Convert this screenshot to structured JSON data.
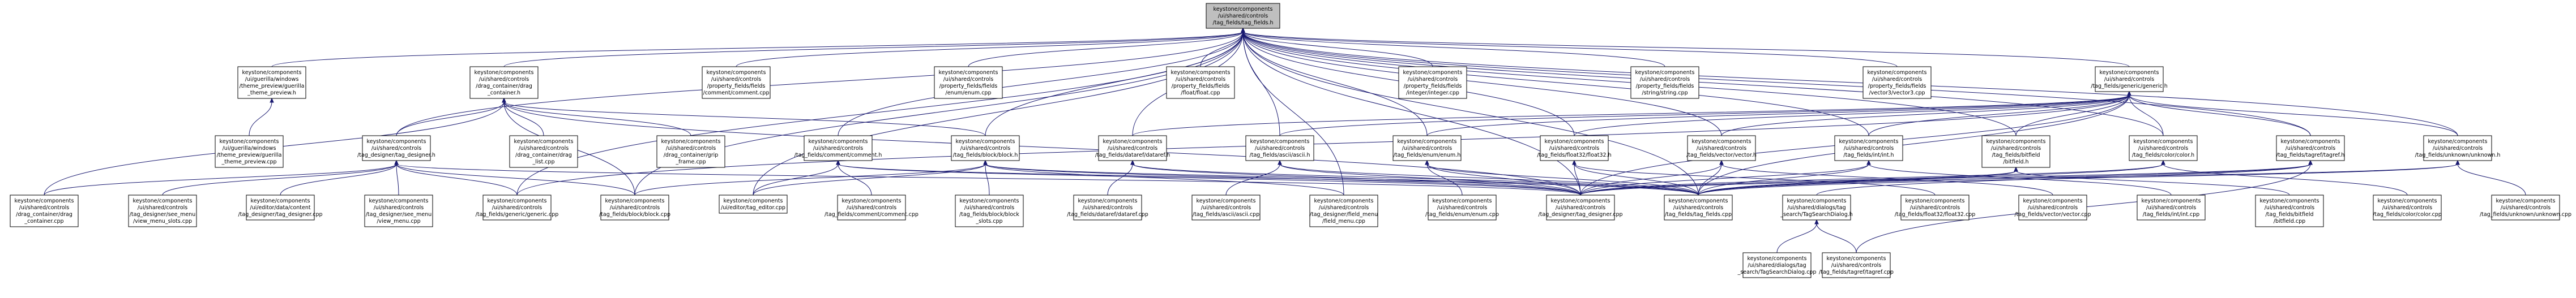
{
  "title": "keystone/components/ui/shared/controls/tag_fields/tag_fields.h",
  "colors": {
    "edge": "#191970",
    "root_fill": "#bfbfbf",
    "node_fill": "#ffffff",
    "node_border": "#000000"
  },
  "nodes": [
    {
      "id": "root",
      "root": true,
      "lines": [
        "keystone/components",
        "/ui/shared/controls",
        "/tag_fields/tag_fields.h"
      ]
    },
    {
      "id": "theme_preview_h",
      "lines": [
        "keystone/components",
        "/ui/guerilla/windows",
        "/theme_preview/guerilla",
        "_theme_preview.h"
      ]
    },
    {
      "id": "drag_container_h",
      "lines": [
        "keystone/components",
        "/ui/shared/controls",
        "/drag_container/drag",
        "_container.h"
      ]
    },
    {
      "id": "comment_cpp_direct",
      "lines": [
        "keystone/components",
        "/ui/shared/controls",
        "/property_fields/fields",
        "/comment/comment.cpp"
      ]
    },
    {
      "id": "enum_cpp_direct",
      "lines": [
        "keystone/components",
        "/ui/shared/controls",
        "/property_fields/fields",
        "/enum/enum.cpp"
      ]
    },
    {
      "id": "float_cpp_direct",
      "lines": [
        "keystone/components",
        "/ui/shared/controls",
        "/property_fields/fields",
        "/float/float.cpp"
      ]
    },
    {
      "id": "integer_cpp_direct",
      "lines": [
        "keystone/components",
        "/ui/shared/controls",
        "/property_fields/fields",
        "/integer/integer.cpp"
      ]
    },
    {
      "id": "string_cpp_direct",
      "lines": [
        "keystone/components",
        "/ui/shared/controls",
        "/property_fields/fields",
        "/string/string.cpp"
      ]
    },
    {
      "id": "vector3_cpp_direct",
      "lines": [
        "keystone/components",
        "/ui/shared/controls",
        "/property_fields/fields",
        "/vector3/vector3.cpp"
      ]
    },
    {
      "id": "generic_h",
      "lines": [
        "keystone/components",
        "/ui/shared/controls",
        "/tag_fields/generic/generic.h"
      ]
    },
    {
      "id": "theme_preview_cpp",
      "lines": [
        "keystone/components",
        "/ui/guerilla/windows",
        "/theme_preview/guerilla",
        "_theme_preview.cpp"
      ]
    },
    {
      "id": "tag_designer_h",
      "lines": [
        "keystone/components",
        "/ui/shared/controls",
        "/tag_designer/tag_designer.h"
      ]
    },
    {
      "id": "drag_list_cpp",
      "lines": [
        "keystone/components",
        "/ui/shared/controls",
        "/drag_container/drag",
        "_list.cpp"
      ]
    },
    {
      "id": "grip_frame_cpp",
      "lines": [
        "keystone/components",
        "/ui/shared/controls",
        "/drag_container/grip",
        "_frame.cpp"
      ]
    },
    {
      "id": "comment_h",
      "lines": [
        "keystone/components",
        "/ui/shared/controls",
        "/tag_fields/comment/comment.h"
      ]
    },
    {
      "id": "block_h",
      "lines": [
        "keystone/components",
        "/ui/shared/controls",
        "/tag_fields/block/block.h"
      ]
    },
    {
      "id": "dataref_h",
      "lines": [
        "keystone/components",
        "/ui/shared/controls",
        "/tag_fields/dataref/dataref.h"
      ]
    },
    {
      "id": "ascii_h",
      "lines": [
        "keystone/components",
        "/ui/shared/controls",
        "/tag_fields/ascii/ascii.h"
      ]
    },
    {
      "id": "enum_h",
      "lines": [
        "keystone/components",
        "/ui/shared/controls",
        "/tag_fields/enum/enum.h"
      ]
    },
    {
      "id": "float32_h",
      "lines": [
        "keystone/components",
        "/ui/shared/controls",
        "/tag_fields/float32/float32.h"
      ]
    },
    {
      "id": "vector_h",
      "lines": [
        "keystone/components",
        "/ui/shared/controls",
        "/tag_fields/vector/vector.h"
      ]
    },
    {
      "id": "int_h",
      "lines": [
        "keystone/components",
        "/ui/shared/controls",
        "/tag_fields/int/int.h"
      ]
    },
    {
      "id": "bitfield_h",
      "lines": [
        "keystone/components",
        "/ui/shared/controls",
        "/tag_fields/bitfield",
        "/bitfield.h"
      ]
    },
    {
      "id": "color_h",
      "lines": [
        "keystone/components",
        "/ui/shared/controls",
        "/tag_fields/color/color.h"
      ]
    },
    {
      "id": "tagref_h",
      "lines": [
        "keystone/components",
        "/ui/shared/controls",
        "/tag_fields/tagref/tagref.h"
      ]
    },
    {
      "id": "unknown_h",
      "lines": [
        "keystone/components",
        "/ui/shared/controls",
        "/tag_fields/unknown/unknown.h"
      ]
    },
    {
      "id": "drag_container_cpp",
      "lines": [
        "keystone/components",
        "/ui/shared/controls",
        "/drag_container/drag",
        "_container.cpp"
      ]
    },
    {
      "id": "view_menu_slots_cpp",
      "lines": [
        "keystone/components",
        "/ui/shared/controls",
        "/tag_designer/see_menu",
        "/view_menu_slots.cpp"
      ]
    },
    {
      "id": "tag_designer_cpp_left",
      "lines": [
        "keystone/components",
        "/ui/editor/data/content",
        "/tag_designer/tag_designer.cpp"
      ]
    },
    {
      "id": "view_menu_cpp",
      "lines": [
        "keystone/components",
        "/ui/shared/controls",
        "/tag_designer/see_menu",
        "/view_menu.cpp"
      ]
    },
    {
      "id": "generic_cpp",
      "lines": [
        "keystone/components",
        "/ui/shared/controls",
        "/tag_fields/generic/generic.cpp"
      ]
    },
    {
      "id": "block_cpp",
      "lines": [
        "keystone/components",
        "/ui/shared/controls",
        "/tag_fields/block/block.cpp"
      ]
    },
    {
      "id": "tag_editor_cpp",
      "lines": [
        "keystone/components",
        "/ui/editor/tag_editor.cpp"
      ]
    },
    {
      "id": "comment_cpp",
      "lines": [
        "keystone/components",
        "/ui/shared/controls",
        "/tag_fields/comment/comment.cpp"
      ]
    },
    {
      "id": "block_slots_cpp",
      "lines": [
        "keystone/components",
        "/ui/shared/controls",
        "/tag_fields/block/block",
        "_slots.cpp"
      ]
    },
    {
      "id": "dataref_cpp",
      "lines": [
        "keystone/components",
        "/ui/shared/controls",
        "/tag_fields/dataref/dataref.cpp"
      ]
    },
    {
      "id": "ascii_cpp",
      "lines": [
        "keystone/components",
        "/ui/shared/controls",
        "/tag_fields/ascii/ascii.cpp"
      ]
    },
    {
      "id": "field_menu_cpp",
      "lines": [
        "keystone/components",
        "/ui/shared/controls",
        "/tag_designer/field_menu",
        "/field_menu.cpp"
      ]
    },
    {
      "id": "enum_cpp",
      "lines": [
        "keystone/components",
        "/ui/shared/controls",
        "/tag_fields/enum/enum.cpp"
      ]
    },
    {
      "id": "tag_designer_cpp",
      "lines": [
        "keystone/components",
        "/ui/shared/controls",
        "/tag_designer/tag_designer.cpp"
      ]
    },
    {
      "id": "tag_fields_cpp",
      "lines": [
        "keystone/components",
        "/ui/shared/controls",
        "/tag_fields/tag_fields.cpp"
      ]
    },
    {
      "id": "tag_search_dialog_h",
      "lines": [
        "keystone/components",
        "/ui/shared/dialogs/tag",
        "_search/TagSearchDialog.h"
      ]
    },
    {
      "id": "float32_cpp",
      "lines": [
        "keystone/components",
        "/ui/shared/controls",
        "/tag_fields/float32/float32.cpp"
      ]
    },
    {
      "id": "vector_cpp",
      "lines": [
        "keystone/components",
        "/ui/shared/controls",
        "/tag_fields/vector/vector.cpp"
      ]
    },
    {
      "id": "int_cpp",
      "lines": [
        "keystone/components",
        "/ui/shared/controls",
        "/tag_fields/int/int.cpp"
      ]
    },
    {
      "id": "bitfield_cpp",
      "lines": [
        "keystone/components",
        "/ui/shared/controls",
        "/tag_fields/bitfield",
        "/bitfield.cpp"
      ]
    },
    {
      "id": "color_cpp",
      "lines": [
        "keystone/components",
        "/ui/shared/controls",
        "/tag_fields/color/color.cpp"
      ]
    },
    {
      "id": "unknown_cpp",
      "lines": [
        "keystone/components",
        "/ui/shared/controls",
        "/tag_fields/unknown/unknown.cpp"
      ]
    },
    {
      "id": "tag_search_dialog_cpp",
      "lines": [
        "keystone/components",
        "/ui/shared/dialogs/tag",
        "_search/TagSearchDialog.cpp"
      ]
    },
    {
      "id": "tagref_cpp",
      "lines": [
        "keystone/components",
        "/ui/shared/controls",
        "/tag_fields/tagref/tagref.cpp"
      ]
    }
  ],
  "edges": [
    [
      "root",
      "theme_preview_h"
    ],
    [
      "root",
      "drag_container_h"
    ],
    [
      "root",
      "comment_cpp_direct"
    ],
    [
      "root",
      "enum_cpp_direct"
    ],
    [
      "root",
      "float_cpp_direct"
    ],
    [
      "root",
      "integer_cpp_direct"
    ],
    [
      "root",
      "string_cpp_direct"
    ],
    [
      "root",
      "vector3_cpp_direct"
    ],
    [
      "root",
      "generic_h"
    ],
    [
      "root",
      "tag_designer_h"
    ],
    [
      "root",
      "comment_h"
    ],
    [
      "root",
      "block_h"
    ],
    [
      "root",
      "dataref_h"
    ],
    [
      "root",
      "ascii_h"
    ],
    [
      "root",
      "enum_h"
    ],
    [
      "root",
      "float32_h"
    ],
    [
      "root",
      "vector_h"
    ],
    [
      "root",
      "int_h"
    ],
    [
      "root",
      "bitfield_h"
    ],
    [
      "root",
      "color_h"
    ],
    [
      "root",
      "tagref_h"
    ],
    [
      "root",
      "unknown_h"
    ],
    [
      "root",
      "tag_designer_cpp"
    ],
    [
      "root",
      "tag_fields_cpp"
    ],
    [
      "root",
      "tag_editor_cpp"
    ],
    [
      "root",
      "field_menu_cpp"
    ],
    [
      "root",
      "generic_cpp"
    ],
    [
      "root",
      "block_cpp"
    ],
    [
      "theme_preview_h",
      "theme_preview_cpp"
    ],
    [
      "drag_container_h",
      "drag_list_cpp"
    ],
    [
      "drag_container_h",
      "grip_frame_cpp"
    ],
    [
      "drag_container_h",
      "tag_designer_h"
    ],
    [
      "drag_container_h",
      "drag_container_cpp"
    ],
    [
      "drag_container_h",
      "block_h"
    ],
    [
      "drag_container_h",
      "block_cpp"
    ],
    [
      "drag_container_h",
      "tag_designer_cpp"
    ],
    [
      "generic_h",
      "generic_cpp"
    ],
    [
      "generic_h",
      "ascii_h"
    ],
    [
      "generic_h",
      "enum_h"
    ],
    [
      "generic_h",
      "float32_h"
    ],
    [
      "generic_h",
      "vector_h"
    ],
    [
      "generic_h",
      "int_h"
    ],
    [
      "generic_h",
      "bitfield_h"
    ],
    [
      "generic_h",
      "color_h"
    ],
    [
      "generic_h",
      "tagref_h"
    ],
    [
      "generic_h",
      "unknown_h"
    ],
    [
      "generic_h",
      "dataref_h"
    ],
    [
      "generic_h",
      "tag_designer_cpp"
    ],
    [
      "generic_h",
      "tag_fields_cpp"
    ],
    [
      "tag_designer_h",
      "drag_container_cpp"
    ],
    [
      "tag_designer_h",
      "view_menu_slots_cpp"
    ],
    [
      "tag_designer_h",
      "tag_designer_cpp_left"
    ],
    [
      "tag_designer_h",
      "view_menu_cpp"
    ],
    [
      "tag_designer_h",
      "generic_cpp"
    ],
    [
      "tag_designer_h",
      "block_cpp"
    ],
    [
      "tag_designer_h",
      "tag_designer_cpp"
    ],
    [
      "comment_h",
      "comment_cpp"
    ],
    [
      "comment_h",
      "tag_editor_cpp"
    ],
    [
      "comment_h",
      "tag_designer_cpp"
    ],
    [
      "comment_h",
      "tag_fields_cpp"
    ],
    [
      "block_h",
      "block_cpp"
    ],
    [
      "block_h",
      "block_slots_cpp"
    ],
    [
      "block_h",
      "tag_editor_cpp"
    ],
    [
      "block_h",
      "field_menu_cpp"
    ],
    [
      "block_h",
      "tag_designer_cpp"
    ],
    [
      "block_h",
      "tag_fields_cpp"
    ],
    [
      "dataref_h",
      "dataref_cpp"
    ],
    [
      "dataref_h",
      "tag_designer_cpp"
    ],
    [
      "dataref_h",
      "tag_fields_cpp"
    ],
    [
      "ascii_h",
      "ascii_cpp"
    ],
    [
      "ascii_h",
      "tag_designer_cpp"
    ],
    [
      "ascii_h",
      "tag_fields_cpp"
    ],
    [
      "enum_h",
      "enum_cpp"
    ],
    [
      "enum_h",
      "tag_designer_cpp"
    ],
    [
      "enum_h",
      "tag_fields_cpp"
    ],
    [
      "float32_h",
      "float32_cpp"
    ],
    [
      "float32_h",
      "tag_designer_cpp"
    ],
    [
      "float32_h",
      "tag_fields_cpp"
    ],
    [
      "vector_h",
      "vector_cpp"
    ],
    [
      "vector_h",
      "tag_designer_cpp"
    ],
    [
      "vector_h",
      "tag_fields_cpp"
    ],
    [
      "int_h",
      "int_cpp"
    ],
    [
      "int_h",
      "tag_designer_cpp"
    ],
    [
      "int_h",
      "tag_fields_cpp"
    ],
    [
      "bitfield_h",
      "bitfield_cpp"
    ],
    [
      "bitfield_h",
      "tag_designer_cpp"
    ],
    [
      "bitfield_h",
      "tag_fields_cpp"
    ],
    [
      "color_h",
      "color_cpp"
    ],
    [
      "color_h",
      "tag_designer_cpp"
    ],
    [
      "color_h",
      "tag_fields_cpp"
    ],
    [
      "tagref_h",
      "tagref_cpp"
    ],
    [
      "tagref_h",
      "tag_search_dialog_h"
    ],
    [
      "tagref_h",
      "tag_designer_cpp"
    ],
    [
      "tagref_h",
      "tag_fields_cpp"
    ],
    [
      "unknown_h",
      "unknown_cpp"
    ],
    [
      "unknown_h",
      "tag_designer_cpp"
    ],
    [
      "unknown_h",
      "tag_fields_cpp"
    ],
    [
      "tag_search_dialog_h",
      "tag_search_dialog_cpp"
    ],
    [
      "tag_search_dialog_h",
      "tagref_cpp"
    ]
  ]
}
